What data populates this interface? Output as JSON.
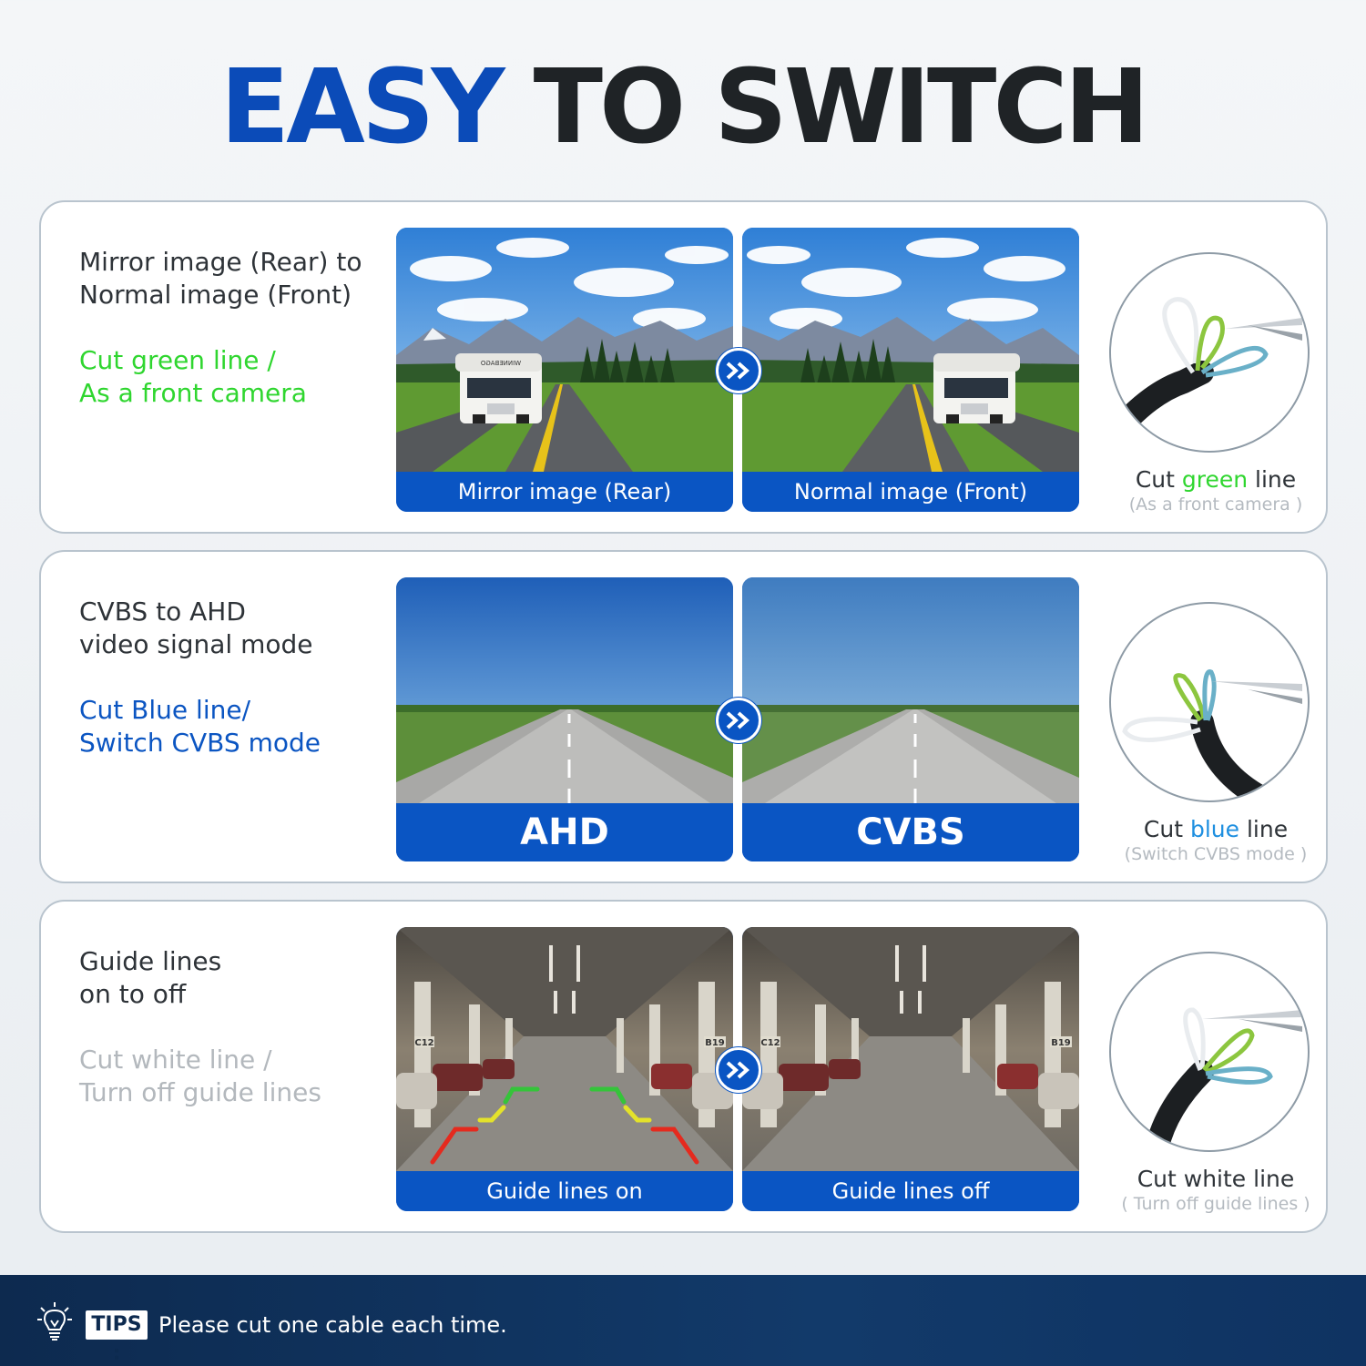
{
  "title": {
    "word1": "EASY",
    "word2": "TO SWITCH"
  },
  "colors": {
    "blue": "#0b4bb8",
    "green": "#2fd62f",
    "action_blue": "#0b55c2",
    "gray": "#b3b8bd",
    "caption_bg": "#0a55c3"
  },
  "panels": [
    {
      "heading_line1": "Mirror image (Rear) to",
      "heading_line2": "Normal image (Front)",
      "action_line1": "Cut green line /",
      "action_line2": "As a front camera",
      "left_caption": "Mirror image (Rear)",
      "right_caption": "Normal image (Front)",
      "cut_prefix": "Cut ",
      "cut_color_word": "green",
      "cut_suffix": " line",
      "cut_note": "(As a front camera )"
    },
    {
      "heading_line1": "CVBS to AHD",
      "heading_line2": "video signal mode",
      "action_line1": "Cut Blue line/",
      "action_line2": "Switch CVBS mode",
      "left_caption": "AHD",
      "right_caption": "CVBS",
      "cut_prefix": "Cut ",
      "cut_color_word": "blue",
      "cut_suffix": " line",
      "cut_note": "(Switch CVBS mode )"
    },
    {
      "heading_line1": "Guide lines",
      "heading_line2": "on to off",
      "action_line1": "Cut white line /",
      "action_line2": "Turn off guide lines",
      "left_caption": "Guide lines on",
      "right_caption": "Guide lines off",
      "cut_prefix": "Cut white line",
      "cut_color_word": "",
      "cut_suffix": "",
      "cut_note": "( Turn off guide lines )"
    }
  ],
  "signs": {
    "left": "C12",
    "right": "B19",
    "rv_text": "WINNEBAGO"
  },
  "footer": {
    "badge": "TIPS :",
    "text": "Please cut one cable each time."
  },
  "icons": {
    "arrow": "double-chevron-right-icon",
    "bulb": "lightbulb-icon",
    "wire": "wire-cable-icon"
  }
}
